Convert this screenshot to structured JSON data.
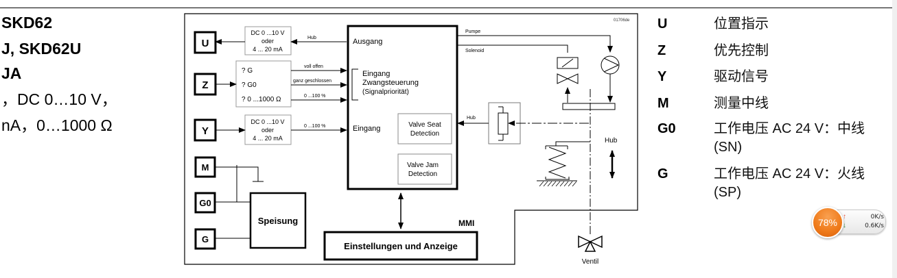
{
  "left_text": {
    "line1": "SKD62",
    "line2": "J, SKD62U",
    "line3": "JA",
    "line4": "，DC 0…10 V，",
    "line5": "nA，0…1000 Ω"
  },
  "diagram": {
    "doc_code": "01706de",
    "terminals": {
      "U": "U",
      "Z": "Z",
      "Y": "Y",
      "M": "M",
      "G0": "G0",
      "G": "G"
    },
    "u_converter": [
      "DC 0 ...10 V",
      "oder",
      "4 ... 20 mA"
    ],
    "y_converter": [
      "DC 0 ...10 V",
      "oder",
      "4 ... 20 mA"
    ],
    "z_options": [
      "? G",
      "? G0",
      "? 0 ...1000 Ω"
    ],
    "signal_labels": {
      "hub_out": "Hub",
      "voll_offen": "voll offen",
      "ganz_geschlossen": "ganz geschlossen",
      "z_percent": "0 ...100 %",
      "y_percent": "0 ...100 %",
      "pumpe": "Pumpe",
      "solenoid": "Solenoid",
      "hub_feedback": "Hub",
      "hub_stroke": "Hub"
    },
    "controller": {
      "ausgang": "Ausgang",
      "eingang_zwang": [
        "Eingang",
        "Zwangsteuerung",
        "(Signalpriorität)"
      ],
      "eingang": "Eingang",
      "valve_seat": [
        "Valve Seat",
        "Detection"
      ],
      "valve_jam": [
        "Valve Jam",
        "Detection"
      ]
    },
    "speisung": "Speisung",
    "mmi_label": "MMI",
    "einstellungen": "Einstellungen und Anzeige",
    "ventil": "Ventil"
  },
  "legend": [
    {
      "key": "U",
      "value": "位置指示"
    },
    {
      "key": "Z",
      "value": "优先控制"
    },
    {
      "key": "Y",
      "value": "驱动信号"
    },
    {
      "key": "M",
      "value": "测量中线"
    },
    {
      "key": "G0",
      "value": "工作电压 AC 24 V：中线",
      "value2": "(SN)"
    },
    {
      "key": "G",
      "value": "工作电压 AC 24 V：火线",
      "value2": "(SP)"
    }
  ],
  "speed_widget": {
    "percent": "78%",
    "upload": "0K/s",
    "download": "0.6K/s",
    "up_arrow": "↑",
    "down_arrow": "↓"
  }
}
